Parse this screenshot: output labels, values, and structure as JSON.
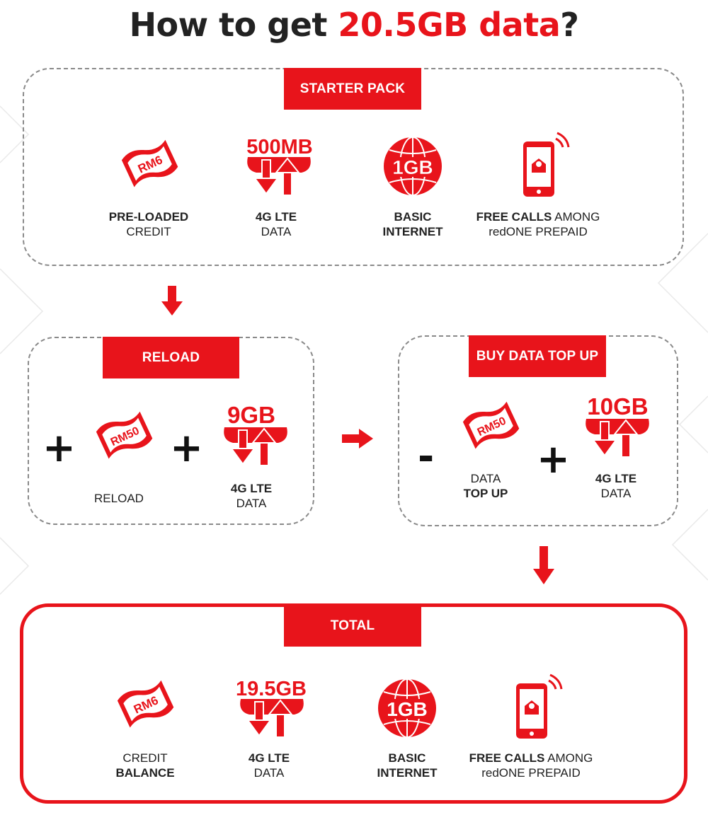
{
  "title": {
    "prefix": "How to get ",
    "highlight": "20.5GB data",
    "suffix": "?"
  },
  "starter": {
    "banner": "STARTER PACK",
    "credit": {
      "amount": "RM6",
      "line1": "PRE-LOADED",
      "line2": "CREDIT"
    },
    "data": {
      "amount": "500MB",
      "line1": "4G LTE",
      "line2": "DATA"
    },
    "internet": {
      "amount": "1GB",
      "line1": "BASIC",
      "line2": "INTERNET"
    },
    "calls": {
      "line1_bold": "FREE CALLS",
      "line1_rest": " AMONG",
      "line2": "redONE PREPAID"
    }
  },
  "reload": {
    "banner": "RELOAD",
    "plus1": "+",
    "credit": {
      "amount": "RM50",
      "label": "RELOAD"
    },
    "plus2": "+",
    "data": {
      "amount": "9GB",
      "line1": "4G LTE",
      "line2": "DATA"
    }
  },
  "topup": {
    "banner": "BUY DATA TOP UP",
    "minus": "-",
    "credit": {
      "amount": "RM50",
      "line1": "DATA",
      "line2": "TOP UP"
    },
    "plus": "+",
    "data": {
      "amount": "10GB",
      "line1": "4G LTE",
      "line2": "DATA"
    }
  },
  "total": {
    "banner": "TOTAL",
    "credit": {
      "amount": "RM6",
      "line1": "CREDIT",
      "line2": "BALANCE"
    },
    "data": {
      "amount": "19.5GB",
      "line1": "4G LTE",
      "line2": "DATA"
    },
    "internet": {
      "amount": "1GB",
      "line1": "BASIC",
      "line2": "INTERNET"
    },
    "calls": {
      "line1_bold": "FREE CALLS",
      "line1_rest": " AMONG",
      "line2": "redONE PREPAID"
    }
  },
  "colors": {
    "accent": "#e8141b",
    "text": "#222222",
    "border": "#8a8a8a"
  },
  "icons": [
    "banknote-icon",
    "data-cloud-icon",
    "globe-icon",
    "phone-icon",
    "down-arrow-icon",
    "right-arrow-icon"
  ]
}
